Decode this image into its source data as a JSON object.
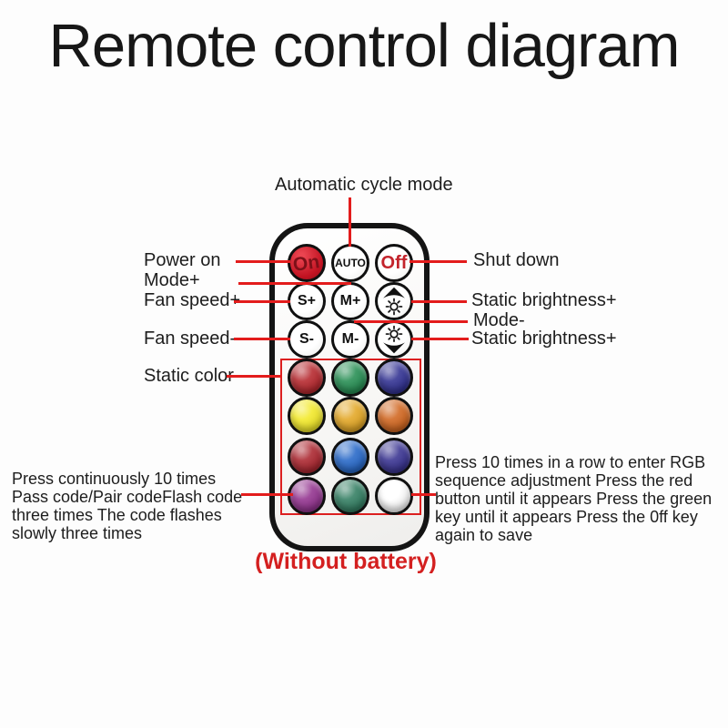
{
  "title": "Remote control diagram",
  "labels": {
    "auto_cycle": "Automatic cycle mode",
    "power_on": "Power on",
    "mode_plus": "Mode+",
    "fan_speed_plus": "Fan speed+",
    "fan_speed_minus": "Fan speed-",
    "static_color": "Static color",
    "shut_down": "Shut down",
    "static_brightness_up": "Static brightness+",
    "mode_minus": "Mode-",
    "static_brightness_down": "Static brightness+",
    "without_battery": "(Without battery)"
  },
  "notes": {
    "left": "Press continuously 10 times\nPass code/Pair codeFlash code\nthree times The code flashes\nslowly three times",
    "right": "Press 10 times in a row to enter RGB\nsequence adjustment Press the red\nbutton until it appears Press the green\nkey until it appears Press the 0ff key\nagain to save"
  },
  "remote": {
    "function_buttons": [
      {
        "id": "on",
        "label": "On",
        "text_color": "#7d1018"
      },
      {
        "id": "auto",
        "label": "AUTO",
        "text_color": "#111111"
      },
      {
        "id": "off",
        "label": "Off",
        "text_color": "#c3242c"
      },
      {
        "id": "s-plus",
        "label": "S+",
        "text_color": "#111111"
      },
      {
        "id": "m-plus",
        "label": "M+",
        "text_color": "#111111"
      },
      {
        "id": "brightness-up",
        "icon": "brightness-up-icon"
      },
      {
        "id": "s-minus",
        "label": "S-",
        "text_color": "#111111"
      },
      {
        "id": "m-minus",
        "label": "M-",
        "text_color": "#111111"
      },
      {
        "id": "brightness-down",
        "icon": "brightness-down-icon"
      }
    ],
    "color_buttons": [
      {
        "name": "red",
        "color": "#b32026"
      },
      {
        "name": "green",
        "color": "#1f8a4d"
      },
      {
        "name": "navy-blue",
        "color": "#2a2a8e"
      },
      {
        "name": "yellow",
        "color": "#f2e822"
      },
      {
        "name": "amber",
        "color": "#e2a41e"
      },
      {
        "name": "orange",
        "color": "#cf6118"
      },
      {
        "name": "dark-red",
        "color": "#a81f28"
      },
      {
        "name": "blue",
        "color": "#2063c6"
      },
      {
        "name": "indigo",
        "color": "#322c8d"
      },
      {
        "name": "purple",
        "color": "#8f2c8b"
      },
      {
        "name": "teal-green",
        "color": "#2c7a5d"
      },
      {
        "name": "white",
        "color": "#ffffff"
      }
    ]
  },
  "colors": {
    "connector_line": "#e31c1c",
    "highlight_box": "#dc1f1f",
    "battery_note": "#d42020",
    "title_text": "#171717"
  }
}
